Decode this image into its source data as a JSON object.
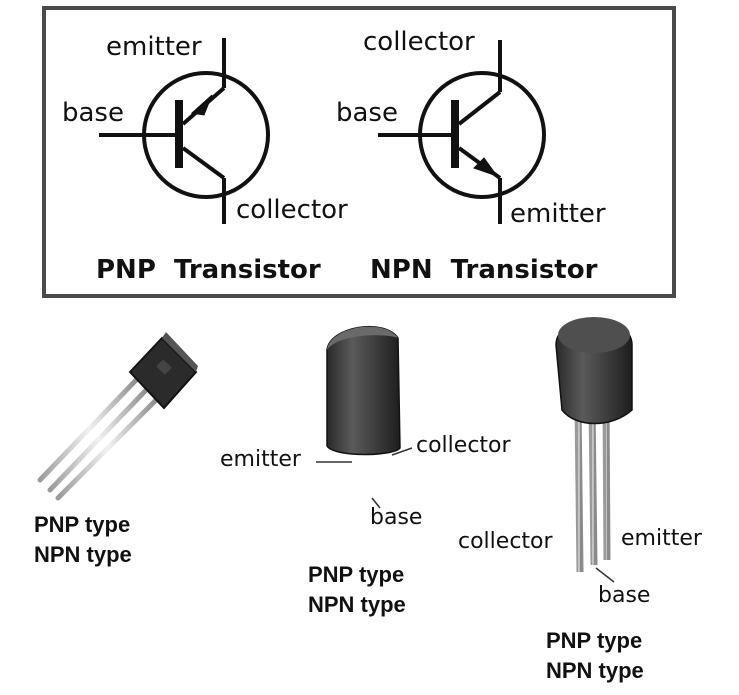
{
  "symbols": {
    "pnp": {
      "emitter": "emitter",
      "base": "base",
      "collector": "collector",
      "caption": "PNP  Transistor"
    },
    "npn": {
      "collector": "collector",
      "base": "base",
      "emitter": "emitter",
      "caption": "NPN  Transistor"
    }
  },
  "packages": [
    {
      "line1": "PNP type",
      "line2": "NPN type"
    },
    {
      "emitter": "emitter",
      "collector": "collector",
      "base": "base",
      "line1": "PNP type",
      "line2": "NPN type"
    },
    {
      "collector": "collector",
      "emitter": "emitter",
      "base": "base",
      "line1": "PNP type",
      "line2": "NPN type"
    }
  ]
}
